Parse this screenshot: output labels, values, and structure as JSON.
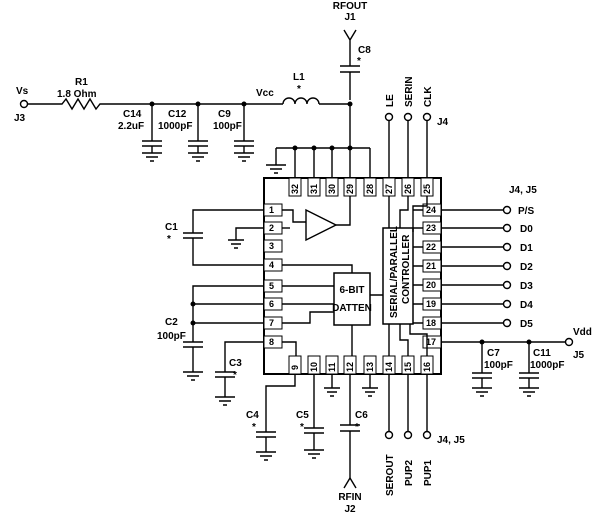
{
  "labels": {
    "rfout": "RFOUT",
    "j1": "J1",
    "c8": "C8",
    "star": "*",
    "vs": "Vs",
    "j3": "J3",
    "r1": "R1",
    "r1_value": "1.8 Ohm",
    "vcc": "Vcc",
    "l1": "L1",
    "c14": "C14",
    "c14_value": "2.2uF",
    "c12": "C12",
    "c12_value": "1000pF",
    "c9": "C9",
    "c9_value": "100pF",
    "le": "LE",
    "serin": "SERIN",
    "clk": "CLK",
    "j4": "J4",
    "j4j5": "J4, J5",
    "ps": "P/S",
    "d0": "D0",
    "d1": "D1",
    "d2": "D2",
    "d3": "D3",
    "d4": "D4",
    "d5": "D5",
    "c1": "C1",
    "c2": "C2",
    "c2_value": "100pF",
    "c3": "C3",
    "c4": "C4",
    "c5": "C5",
    "c6": "C6",
    "c7": "C7",
    "c7_value": "100pF",
    "c11": "C11",
    "c11_value": "1000pF",
    "vdd": "Vdd",
    "j5": "J5",
    "serout": "SEROUT",
    "pup2": "PUP2",
    "pup1": "PUP1",
    "rfin": "RFIN",
    "j2": "J2",
    "datten_line1": "6-BIT",
    "datten_line2": "DATTEN",
    "controller_line1": "SERIAL/PARALLEL",
    "controller_line2": "CONTROLLER"
  },
  "pins": {
    "p1": "1",
    "p2": "2",
    "p3": "3",
    "p4": "4",
    "p5": "5",
    "p6": "6",
    "p7": "7",
    "p8": "8",
    "p9": "9",
    "p10": "10",
    "p11": "11",
    "p12": "12",
    "p13": "13",
    "p14": "14",
    "p15": "15",
    "p16": "16",
    "p17": "17",
    "p18": "18",
    "p19": "19",
    "p20": "20",
    "p21": "21",
    "p22": "22",
    "p23": "23",
    "p24": "24",
    "p25": "25",
    "p26": "26",
    "p27": "27",
    "p28": "28",
    "p29": "29",
    "p30": "30",
    "p31": "31",
    "p32": "32"
  }
}
